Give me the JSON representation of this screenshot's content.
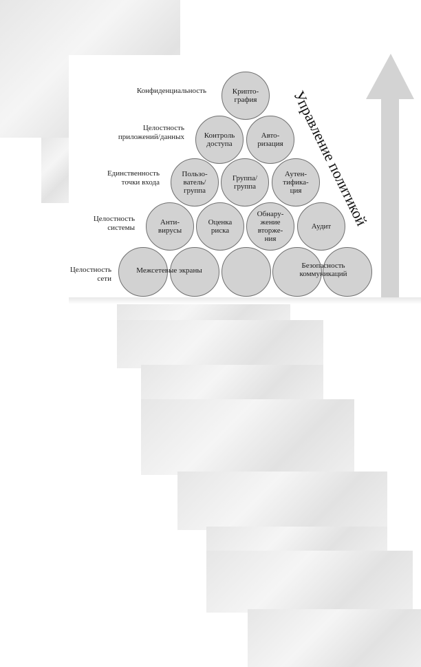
{
  "diagram": {
    "rows": [
      {
        "label": "Конфиденциальность"
      },
      {
        "label": "Целостность\nприложений/данных"
      },
      {
        "label": "Единственность\nточки входа"
      },
      {
        "label": "Целостность\nсистемы"
      },
      {
        "label": "Целостность\nсети"
      }
    ],
    "circles": [
      {
        "text": "Крипто-\nграфия"
      },
      {
        "text": "Контроль\nдоступа"
      },
      {
        "text": "Авто-\nризация"
      },
      {
        "text": "Пользо-\nватель/\nгруппа"
      },
      {
        "text": "Группа/\nгруппа"
      },
      {
        "text": "Аутен-\nтифика-\nция"
      },
      {
        "text": "Анти-\nвирусы"
      },
      {
        "text": "Оценка\nриска"
      },
      {
        "text": "Обнару-\nжение\nвторже-\nния"
      },
      {
        "text": "Аудит"
      },
      {
        "text": ""
      },
      {
        "text": ""
      },
      {
        "text": ""
      },
      {
        "text": ""
      },
      {
        "text": ""
      }
    ],
    "span_labels": {
      "firewalls": "Межсетевые экраны",
      "comm_security": "Безопасность\nкоммуникаций"
    },
    "axis_label": "Управление политикой",
    "colors": {
      "circle_fill": "#d2d2d2",
      "circle_border": "#6e6e6e",
      "arrow": "#d3d3d3"
    }
  }
}
